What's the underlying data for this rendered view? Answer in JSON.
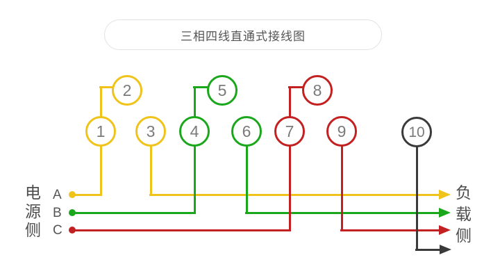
{
  "title": "三相四线直通式接线图",
  "source_side": {
    "label_chars": [
      "电",
      "源",
      "侧"
    ],
    "phases": [
      {
        "name": "A",
        "color": "#efc319"
      },
      {
        "name": "B",
        "color": "#1ba71b"
      },
      {
        "name": "C",
        "color": "#c32121"
      }
    ]
  },
  "load_side": {
    "label_chars": [
      "负",
      "载",
      "侧"
    ]
  },
  "wires": {
    "a": {
      "color": "#efc319"
    },
    "b": {
      "color": "#1ba71b"
    },
    "c": {
      "color": "#c32121"
    },
    "n": {
      "color": "#3a3a3a"
    }
  },
  "terminals": [
    {
      "id": "1",
      "color": "#efc319"
    },
    {
      "id": "2",
      "color": "#efc319"
    },
    {
      "id": "3",
      "color": "#efc319"
    },
    {
      "id": "4",
      "color": "#1ba71b"
    },
    {
      "id": "5",
      "color": "#1ba71b"
    },
    {
      "id": "6",
      "color": "#1ba71b"
    },
    {
      "id": "7",
      "color": "#c32121"
    },
    {
      "id": "8",
      "color": "#c32121"
    },
    {
      "id": "9",
      "color": "#c32121"
    },
    {
      "id": "10",
      "color": "#3a3a3a"
    }
  ]
}
